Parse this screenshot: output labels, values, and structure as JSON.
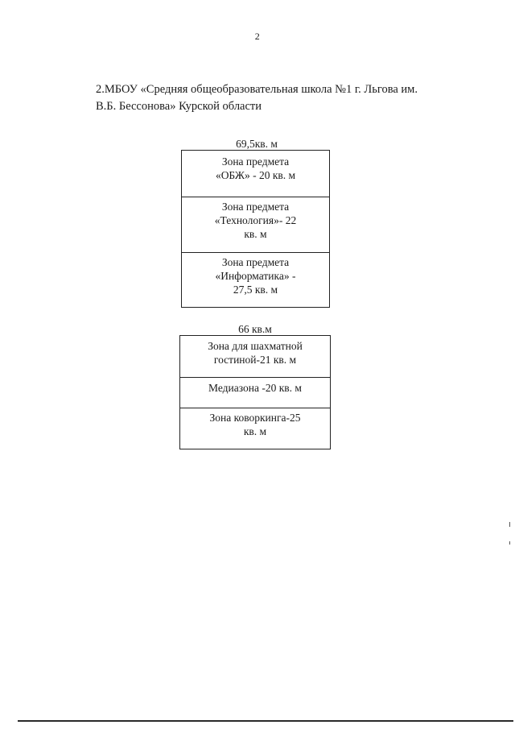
{
  "page": {
    "number": "2"
  },
  "heading": {
    "line1": "2.МБОУ «Средняя общеобразовательная школа №1 г. Льгова им.",
    "line2": "В.Б. Бессонова» Курской области"
  },
  "blocks": [
    {
      "title": "69,5кв. м",
      "zones": [
        {
          "line1": "Зона предмета",
          "line2": "«ОБЖ» - 20 кв. м",
          "line3": ""
        },
        {
          "line1": "Зона предмета",
          "line2": "«Технология»- 22",
          "line3": "кв. м"
        },
        {
          "line1": "Зона предмета",
          "line2": "«Информатика» -",
          "line3": "27,5 кв. м"
        }
      ]
    },
    {
      "title": "66 кв.м",
      "zones": [
        {
          "line1": "Зона для шахматной",
          "line2": "гостиной-21 кв. м",
          "line3": ""
        },
        {
          "line1": "Медиазона -20 кв. м",
          "line2": "",
          "line3": ""
        },
        {
          "line1": "Зона коворкинга-25",
          "line2": "кв. м",
          "line3": ""
        }
      ]
    }
  ]
}
